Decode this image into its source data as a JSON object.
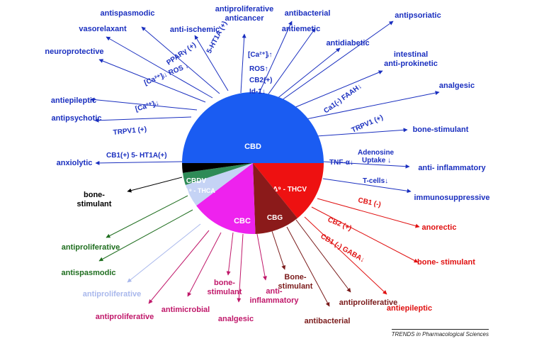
{
  "colors": {
    "CBD": "#1a5cf2",
    "CBDV": "#000000",
    "THCA": "#2e8b57",
    "LIGHT": "#c5d3f5",
    "CBC": "#ee22ee",
    "CBG": "#8b1a1a",
    "THCV": "#ee1111",
    "blue": "#1a2fbf",
    "black": "#000000",
    "green": "#1f6e1f",
    "lightblue": "#a9b8ec",
    "magenta": "#c0186a",
    "brown": "#7a1a1a",
    "red": "#e01010"
  },
  "slices": [
    {
      "id": "CBD",
      "label": "CBD",
      "from": -180,
      "to": 0,
      "color": "CBD",
      "textColor": "#ffffff"
    },
    {
      "id": "THCV",
      "label": "Δ⁹ - THCV",
      "from": 0,
      "to": 51,
      "color": "THCV",
      "textColor": "#ffffff"
    },
    {
      "id": "CBG",
      "label": "CBG",
      "from": 51,
      "to": 88,
      "color": "CBG",
      "textColor": "#ffffff"
    },
    {
      "id": "CBC",
      "label": "CBC",
      "from": 88,
      "to": 143,
      "color": "CBC",
      "textColor": "#ffffff"
    },
    {
      "id": "LIGHT",
      "label": "",
      "from": 143,
      "to": 162,
      "color": "LIGHT",
      "textColor": "#ffffff"
    },
    {
      "id": "THCA",
      "label": "Δ⁹ - THCA",
      "from": 162,
      "to": 172,
      "color": "THCA",
      "textColor": "#ffffff"
    },
    {
      "id": "CBDV",
      "label": "CBDV",
      "from": 172,
      "to": 180,
      "color": "CBDV",
      "textColor": "#ffffff"
    }
  ],
  "effects": [
    {
      "id": "antispasmodic-cbd",
      "text": "antispasmodic",
      "color": "blue"
    },
    {
      "id": "vasorelaxant",
      "text": "vasorelaxant",
      "color": "blue"
    },
    {
      "id": "neuroprotective",
      "text": "neuroprotective",
      "color": "blue"
    },
    {
      "id": "antiepileptic-cbd",
      "text": "antiepileptic",
      "color": "blue"
    },
    {
      "id": "antipsychotic",
      "text": "antipsychotic",
      "color": "blue"
    },
    {
      "id": "anxiolytic",
      "text": "anxiolytic",
      "color": "blue"
    },
    {
      "id": "anti-ischemic",
      "text": "anti-ischemic",
      "color": "blue"
    },
    {
      "id": "antiproliferative-anticancer",
      "text": "antiproliferative",
      "text2": "anticancer",
      "color": "blue"
    },
    {
      "id": "antibacterial-cbd",
      "text": "antibacterial",
      "color": "blue"
    },
    {
      "id": "antiemetic",
      "text": "antiemetic",
      "color": "blue"
    },
    {
      "id": "antipsoriatic",
      "text": "antipsoriatic",
      "color": "blue"
    },
    {
      "id": "antidiabetic",
      "text": "antidiabetic",
      "color": "blue"
    },
    {
      "id": "intestinal",
      "text": "intestinal",
      "text2": "anti-prokinetic",
      "color": "blue"
    },
    {
      "id": "analgesic-cbd",
      "text": "analgesic",
      "color": "blue"
    },
    {
      "id": "bone-stimulant-cbd",
      "text": "bone-stimulant",
      "color": "blue"
    },
    {
      "id": "anti-inflammatory-cbd",
      "text": "anti- inflammatory",
      "color": "blue"
    },
    {
      "id": "immunosuppressive",
      "text": "immunosuppressive",
      "color": "blue"
    },
    {
      "id": "bone-stimulant-cbdv",
      "text": "bone-",
      "text2": "stimulant",
      "color": "black"
    },
    {
      "id": "antiproliferative-thca",
      "text": "antiproliferative",
      "color": "green"
    },
    {
      "id": "antispasmodic-thca",
      "text": "antispasmodic",
      "color": "green"
    },
    {
      "id": "antiproliferative-light",
      "text": "antiproliferative",
      "color": "lightblue"
    },
    {
      "id": "antiproliferative-cbc",
      "text": "antiproliferative",
      "color": "magenta"
    },
    {
      "id": "antimicrobial",
      "text": "antimicrobial",
      "color": "magenta"
    },
    {
      "id": "bone-stimulant-cbc",
      "text": "bone-",
      "text2": "stimulant",
      "color": "magenta"
    },
    {
      "id": "analgesic-cbc",
      "text": "analgesic",
      "color": "magenta"
    },
    {
      "id": "anti-inflammatory-cbc",
      "text": "anti-",
      "text2": "inflammatory",
      "color": "magenta"
    },
    {
      "id": "bone-stimulant-cbg",
      "text": "Bone-",
      "text2": "stimulant",
      "color": "brown"
    },
    {
      "id": "antibacterial-cbg",
      "text": "antibacterial",
      "color": "brown"
    },
    {
      "id": "antiproliferative-cbg",
      "text": "antiproliferative",
      "color": "brown"
    },
    {
      "id": "anorectic",
      "text": "anorectic",
      "color": "red"
    },
    {
      "id": "bone-stimulant-thcv",
      "text": "bone- stimulant",
      "color": "red"
    },
    {
      "id": "antiepileptic-thcv",
      "text": "antiepileptic",
      "color": "red"
    }
  ],
  "mechanisms": [
    {
      "id": "ppar",
      "text": "PPARγ (+)",
      "color": "blue"
    },
    {
      "id": "5ht1a-top",
      "text": "5-HT1A (+)",
      "color": "blue"
    },
    {
      "id": "ca-ros-left",
      "text": "[Ca²⁺]ᵢ↓  ROS ↓",
      "color": "blue"
    },
    {
      "id": "ca-left2",
      "text": "[Ca²⁺]ᵢ↓",
      "color": "blue"
    },
    {
      "id": "trpv1-left",
      "text": "TRPV1 (+)",
      "color": "blue"
    },
    {
      "id": "cb1-5ht1a",
      "text": "CB1(+) 5- HT1A(+)",
      "color": "blue"
    },
    {
      "id": "ca-up",
      "text": "[Ca²⁺]ᵢ↑",
      "color": "blue"
    },
    {
      "id": "ros-up",
      "text": "ROS↑",
      "color": "blue"
    },
    {
      "id": "cb2-plus",
      "text": "CB2(+)",
      "color": "blue"
    },
    {
      "id": "id1",
      "text": "Id-1↓",
      "color": "blue"
    },
    {
      "id": "ca-faah",
      "text": "Ca1(-) FAAH↓",
      "color": "blue"
    },
    {
      "id": "trpv1-right",
      "text": "TRPV1 (+)",
      "color": "blue"
    },
    {
      "id": "tnf",
      "text": "TNF-α↓",
      "color": "blue"
    },
    {
      "id": "adenosine",
      "text": "Adenosine",
      "text2": "Uptake ↓",
      "color": "blue"
    },
    {
      "id": "tcells",
      "text": "T-cells↓",
      "color": "blue"
    },
    {
      "id": "cb1-minus-1",
      "text": "CB1 (-)",
      "color": "red"
    },
    {
      "id": "cb2-plus-red",
      "text": "CB2 (+)",
      "color": "red"
    },
    {
      "id": "cb1-gaba",
      "text": "CB1 (-)  GABA↓",
      "color": "red"
    }
  ],
  "footer": {
    "journal": "TRENDS in Pharmacological Sciences"
  }
}
